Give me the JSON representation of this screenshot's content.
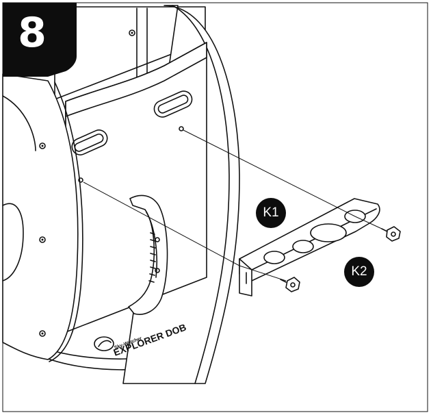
{
  "step": {
    "number": "8"
  },
  "callouts": {
    "bracket": "K1",
    "screw": "K2"
  },
  "base_label": {
    "brand": "Sky-Watcher",
    "model": "EXPLORER DOB"
  },
  "colors": {
    "ink": "#111111",
    "badge": "#0d0d0d",
    "paper": "#ffffff"
  }
}
